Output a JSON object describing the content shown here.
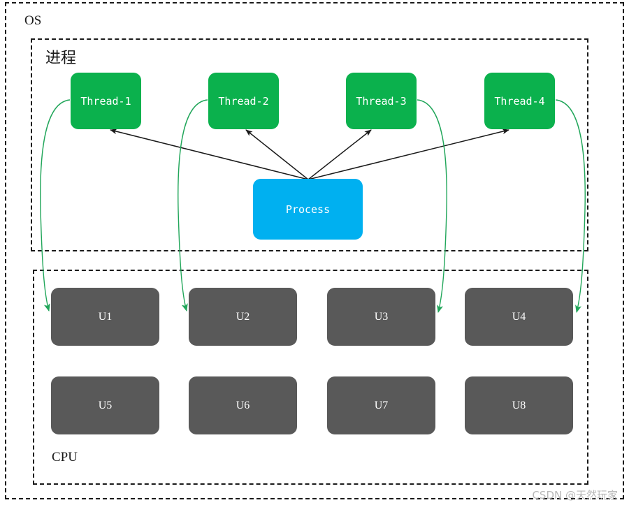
{
  "diagram": {
    "title": "OS process / thread / CPU mapping diagram",
    "colors": {
      "thread_fill": "#0bb14d",
      "process_fill": "#00b0f0",
      "cpu_unit_fill": "#595959",
      "border": "#1a1a1a",
      "schedule_arrow": "#21a65a",
      "spawn_arrow": "#1a1a1a",
      "watermark": "#b8b8b8",
      "background": "#ffffff"
    },
    "containers": [
      {
        "id": "os",
        "label": "OS",
        "label_position": "top-left"
      },
      {
        "id": "process",
        "label": "进程",
        "label_position": "top-left"
      },
      {
        "id": "cpu",
        "label": "CPU",
        "label_position": "bottom-left"
      }
    ],
    "threads": [
      {
        "id": "thread-1",
        "label": "Thread-1"
      },
      {
        "id": "thread-2",
        "label": "Thread-2"
      },
      {
        "id": "thread-3",
        "label": "Thread-3"
      },
      {
        "id": "thread-4",
        "label": "Thread-4"
      }
    ],
    "process": {
      "id": "process",
      "label": "Process"
    },
    "cpu_units": [
      {
        "id": "unit-1",
        "label": "U1"
      },
      {
        "id": "unit-2",
        "label": "U2"
      },
      {
        "id": "unit-3",
        "label": "U3"
      },
      {
        "id": "unit-4",
        "label": "U4"
      },
      {
        "id": "unit-5",
        "label": "U5"
      },
      {
        "id": "unit-6",
        "label": "U6"
      },
      {
        "id": "unit-7",
        "label": "U7"
      },
      {
        "id": "unit-8",
        "label": "U8"
      }
    ],
    "spawn_edges": [
      {
        "from": "process",
        "to": "thread-1",
        "style": "solid-black-arrow"
      },
      {
        "from": "process",
        "to": "thread-2",
        "style": "solid-black-arrow"
      },
      {
        "from": "process",
        "to": "thread-3",
        "style": "solid-black-arrow"
      },
      {
        "from": "process",
        "to": "thread-4",
        "style": "solid-black-arrow"
      }
    ],
    "schedule_edges": [
      {
        "from": "thread-1",
        "to": "unit-1",
        "style": "curved-green-arrow"
      },
      {
        "from": "thread-2",
        "to": "unit-2",
        "style": "curved-green-arrow"
      },
      {
        "from": "thread-3",
        "to": "unit-3",
        "style": "curved-green-arrow"
      },
      {
        "from": "thread-4",
        "to": "unit-4",
        "style": "curved-green-arrow"
      }
    ]
  },
  "watermark": {
    "text": "CSDN @天然玩家"
  }
}
